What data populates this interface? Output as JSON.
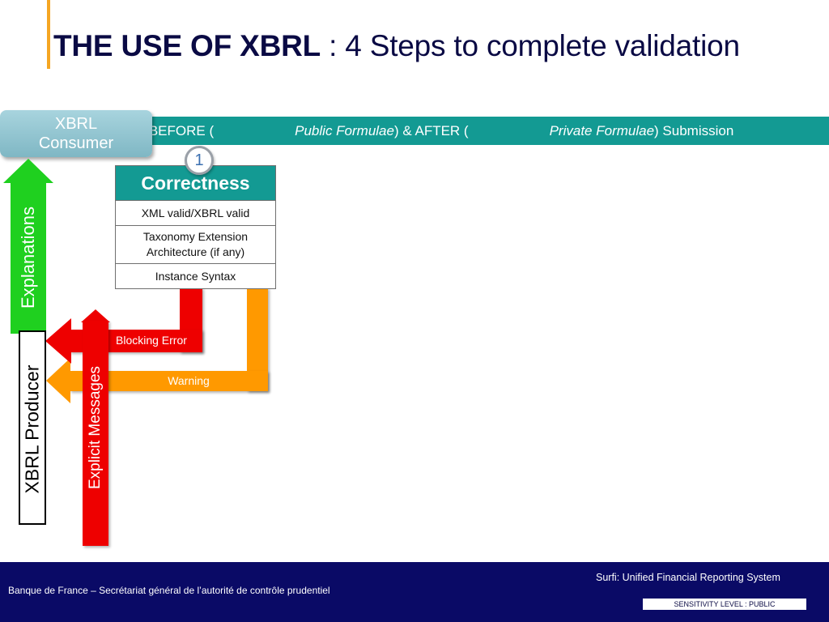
{
  "title": {
    "bold": "THE USE OF XBRL",
    "rest": " : 4 Steps to complete validation"
  },
  "consumer": {
    "line1": "XBRL",
    "line2": "Consumer"
  },
  "header_band": {
    "prefix": "Validation BEFORE (",
    "public": "Public Formulae",
    "middle": ")  &  AFTER (",
    "private": "Private Formulae",
    "suffix": ") Submission"
  },
  "step": {
    "number": "1"
  },
  "correctness": {
    "heading": "Correctness",
    "rows": [
      "XML valid/XBRL valid",
      "Taxonomy Extension Architecture (if any)",
      "Instance Syntax"
    ]
  },
  "arrows": {
    "explanations": "Explanations",
    "blocking": "Blocking Error",
    "warning": "Warning",
    "explicit_messages": "Explicit Messages",
    "producer": "XBRL Producer"
  },
  "footer": {
    "left": "Banque de France – Secrétariat général de  l’autorité de contrôle prudentiel",
    "right": "Surfi: Unified Financial Reporting System",
    "sensitivity": "SENSITIVITY LEVEL : PUBLIC"
  },
  "colors": {
    "teal": "#139a93",
    "green": "#1fd01f",
    "red": "#ee0000",
    "orange": "#ff9900",
    "navy": "#0a0a66"
  }
}
